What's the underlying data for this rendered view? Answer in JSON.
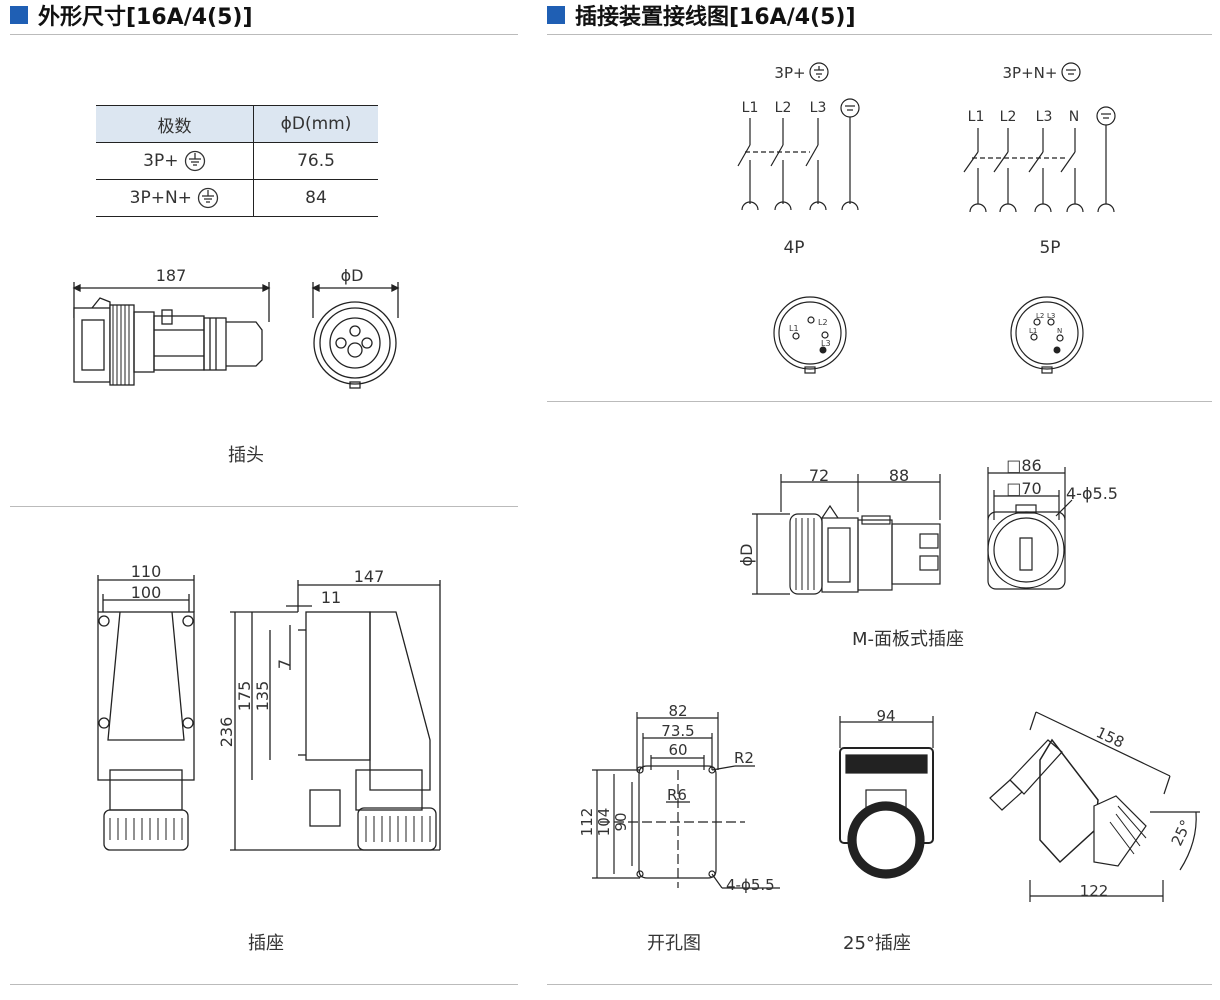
{
  "left_title": "外形尺寸[16A/4(5)]",
  "right_title": "插接装置接线图[16A/4(5)]",
  "table": {
    "header": [
      "极数",
      "ϕD(mm)"
    ],
    "rows": [
      {
        "pole": "3P+",
        "d": "76.5"
      },
      {
        "pole": "3P+N+",
        "d": "84"
      }
    ]
  },
  "plug": {
    "length": "187",
    "diameter": "ϕD",
    "caption": "插头"
  },
  "socket": {
    "w_outer": "110",
    "w_inner": "100",
    "depth": "147",
    "d11": "11",
    "d7": "7",
    "h175": "175",
    "h135": "135",
    "h236": "236",
    "caption": "插座"
  },
  "wiring": {
    "left": {
      "title": "3P+",
      "labels": [
        "L1",
        "L2",
        "L3"
      ],
      "caption": "4P",
      "pins": [
        "L1",
        "L2",
        "L3"
      ]
    },
    "right": {
      "title": "3P+N+",
      "labels": [
        "L1",
        "L2",
        "L3",
        "N"
      ],
      "caption": "5P",
      "pins": [
        "L2",
        "L3",
        "L1",
        "N"
      ]
    }
  },
  "panel": {
    "len1": "72",
    "len2": "88",
    "dia": "ϕD",
    "sq1": "□86",
    "sq2": "□70",
    "holes": "4-ϕ5.5",
    "caption": "M-面板式插座"
  },
  "cutout": {
    "w82": "82",
    "w73": "73.5",
    "w60": "60",
    "r2": "R2",
    "r6": "R6",
    "h112": "112",
    "h104": "104",
    "h90": "90",
    "holes": "4-ϕ5.5",
    "caption": "开孔图"
  },
  "angled": {
    "w94": "94",
    "l158": "158",
    "angle": "25°",
    "w122": "122",
    "caption": "25°插座"
  },
  "colors": {
    "accent": "#1f5fb4",
    "header_bg": "#dce6f1",
    "line": "#222222"
  }
}
